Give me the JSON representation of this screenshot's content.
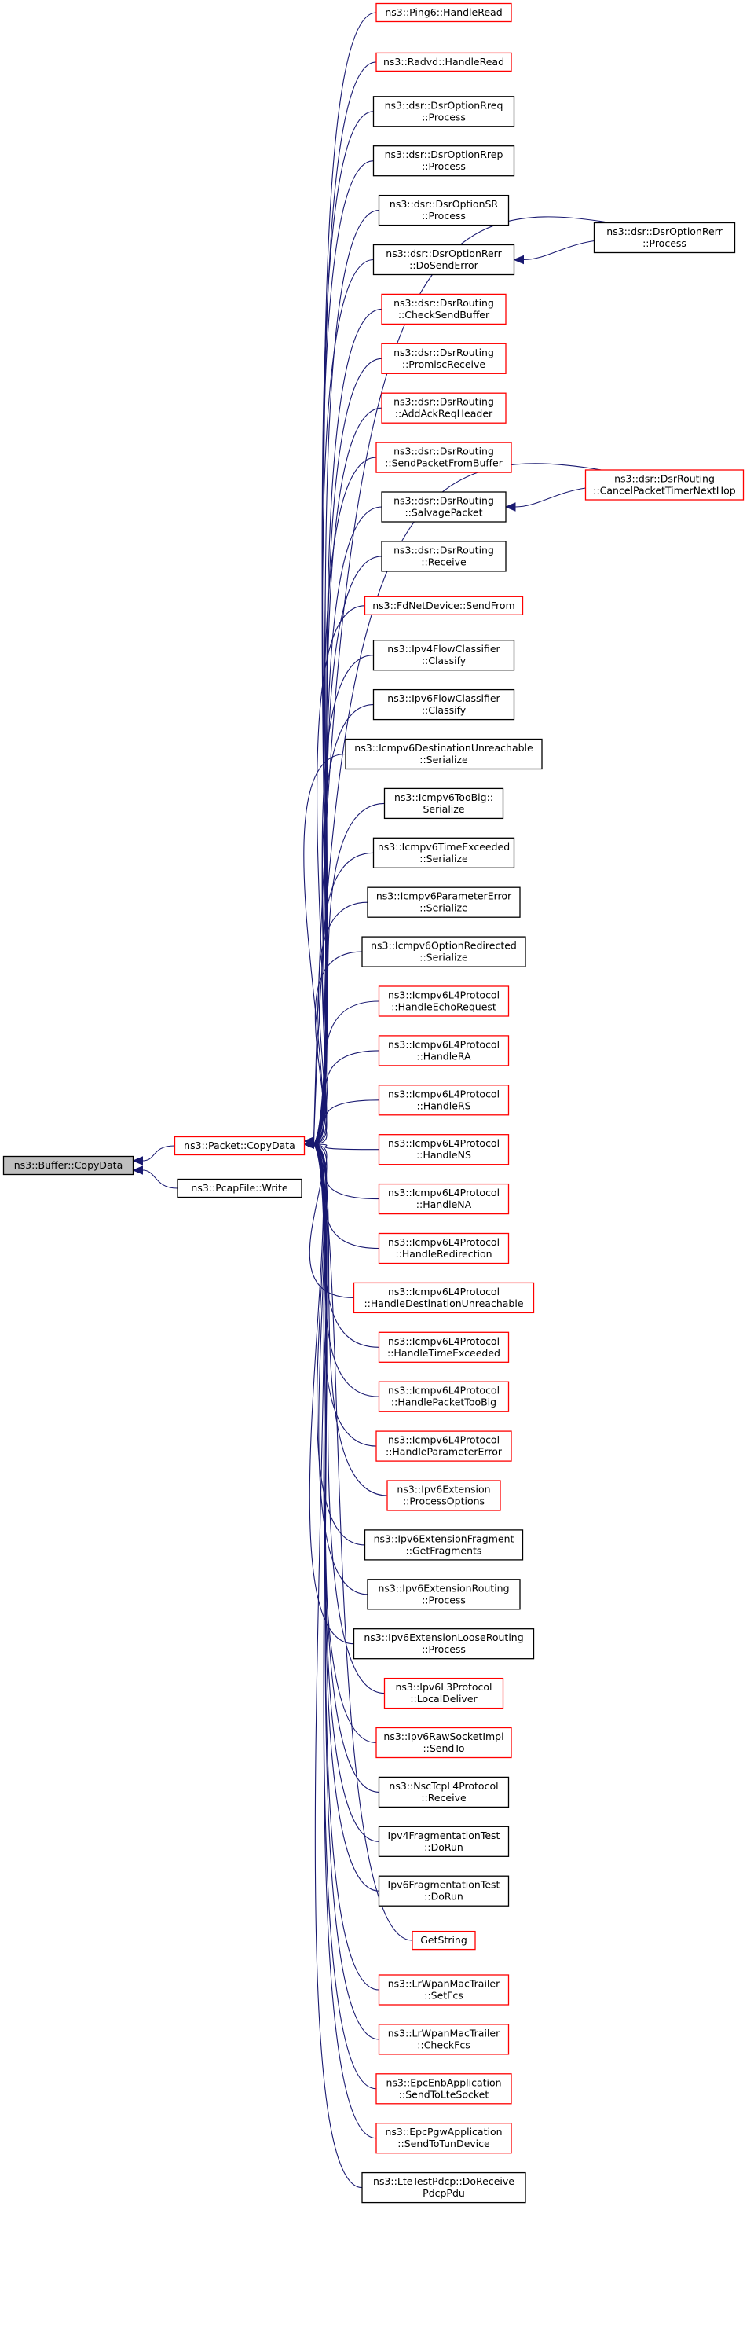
{
  "colors": {
    "edge": "#191970",
    "node_red_border": "#ff0000",
    "node_black_border": "#000000",
    "root_fill": "#bfbfbf"
  },
  "root": {
    "lines": [
      "ns3::Buffer::CopyData"
    ]
  },
  "mid_nodes": [
    {
      "lines": [
        "ns3::Packet::CopyData"
      ],
      "border": "red"
    },
    {
      "lines": [
        "ns3::PcapFile::Write"
      ],
      "border": "black"
    }
  ],
  "callers": [
    {
      "lines": [
        "ns3::Ping6::HandleRead"
      ],
      "border": "red"
    },
    {
      "lines": [
        "ns3::Radvd::HandleRead"
      ],
      "border": "red"
    },
    {
      "lines": [
        "ns3::dsr::DsrOptionRreq",
        "::Process"
      ],
      "border": "black"
    },
    {
      "lines": [
        "ns3::dsr::DsrOptionRrep",
        "::Process"
      ],
      "border": "black"
    },
    {
      "lines": [
        "ns3::dsr::DsrOptionSR",
        "::Process"
      ],
      "border": "black"
    },
    {
      "lines": [
        "ns3::dsr::DsrOptionRerr",
        "::DoSendError"
      ],
      "border": "black"
    },
    {
      "lines": [
        "ns3::dsr::DsrRouting",
        "::CheckSendBuffer"
      ],
      "border": "red"
    },
    {
      "lines": [
        "ns3::dsr::DsrRouting",
        "::PromiscReceive"
      ],
      "border": "red"
    },
    {
      "lines": [
        "ns3::dsr::DsrRouting",
        "::AddAckReqHeader"
      ],
      "border": "red"
    },
    {
      "lines": [
        "ns3::dsr::DsrRouting",
        "::SendPacketFromBuffer"
      ],
      "border": "red"
    },
    {
      "lines": [
        "ns3::dsr::DsrRouting",
        "::SalvagePacket"
      ],
      "border": "black"
    },
    {
      "lines": [
        "ns3::dsr::DsrRouting",
        "::Receive"
      ],
      "border": "black"
    },
    {
      "lines": [
        "ns3::FdNetDevice::SendFrom"
      ],
      "border": "red"
    },
    {
      "lines": [
        "ns3::Ipv4FlowClassifier",
        "::Classify"
      ],
      "border": "black"
    },
    {
      "lines": [
        "ns3::Ipv6FlowClassifier",
        "::Classify"
      ],
      "border": "black"
    },
    {
      "lines": [
        "ns3::Icmpv6DestinationUnreachable",
        "::Serialize"
      ],
      "border": "black"
    },
    {
      "lines": [
        "ns3::Icmpv6TooBig::",
        "Serialize"
      ],
      "border": "black"
    },
    {
      "lines": [
        "ns3::Icmpv6TimeExceeded",
        "::Serialize"
      ],
      "border": "black"
    },
    {
      "lines": [
        "ns3::Icmpv6ParameterError",
        "::Serialize"
      ],
      "border": "black"
    },
    {
      "lines": [
        "ns3::Icmpv6OptionRedirected",
        "::Serialize"
      ],
      "border": "black"
    },
    {
      "lines": [
        "ns3::Icmpv6L4Protocol",
        "::HandleEchoRequest"
      ],
      "border": "red"
    },
    {
      "lines": [
        "ns3::Icmpv6L4Protocol",
        "::HandleRA"
      ],
      "border": "red"
    },
    {
      "lines": [
        "ns3::Icmpv6L4Protocol",
        "::HandleRS"
      ],
      "border": "red"
    },
    {
      "lines": [
        "ns3::Icmpv6L4Protocol",
        "::HandleNS"
      ],
      "border": "red"
    },
    {
      "lines": [
        "ns3::Icmpv6L4Protocol",
        "::HandleNA"
      ],
      "border": "red"
    },
    {
      "lines": [
        "ns3::Icmpv6L4Protocol",
        "::HandleRedirection"
      ],
      "border": "red"
    },
    {
      "lines": [
        "ns3::Icmpv6L4Protocol",
        "::HandleDestinationUnreachable"
      ],
      "border": "red"
    },
    {
      "lines": [
        "ns3::Icmpv6L4Protocol",
        "::HandleTimeExceeded"
      ],
      "border": "red"
    },
    {
      "lines": [
        "ns3::Icmpv6L4Protocol",
        "::HandlePacketTooBig"
      ],
      "border": "red"
    },
    {
      "lines": [
        "ns3::Icmpv6L4Protocol",
        "::HandleParameterError"
      ],
      "border": "red"
    },
    {
      "lines": [
        "ns3::Ipv6Extension",
        "::ProcessOptions"
      ],
      "border": "red"
    },
    {
      "lines": [
        "ns3::Ipv6ExtensionFragment",
        "::GetFragments"
      ],
      "border": "black"
    },
    {
      "lines": [
        "ns3::Ipv6ExtensionRouting",
        "::Process"
      ],
      "border": "black"
    },
    {
      "lines": [
        "ns3::Ipv6ExtensionLooseRouting",
        "::Process"
      ],
      "border": "black"
    },
    {
      "lines": [
        "ns3::Ipv6L3Protocol",
        "::LocalDeliver"
      ],
      "border": "red"
    },
    {
      "lines": [
        "ns3::Ipv6RawSocketImpl",
        "::SendTo"
      ],
      "border": "red"
    },
    {
      "lines": [
        "ns3::NscTcpL4Protocol",
        "::Receive"
      ],
      "border": "black"
    },
    {
      "lines": [
        "Ipv4FragmentationTest",
        "::DoRun"
      ],
      "border": "black"
    },
    {
      "lines": [
        "Ipv6FragmentationTest",
        "::DoRun"
      ],
      "border": "black"
    },
    {
      "lines": [
        "GetString"
      ],
      "border": "red"
    },
    {
      "lines": [
        "ns3::LrWpanMacTrailer",
        "::SetFcs"
      ],
      "border": "red"
    },
    {
      "lines": [
        "ns3::LrWpanMacTrailer",
        "::CheckFcs"
      ],
      "border": "red"
    },
    {
      "lines": [
        "ns3::EpcEnbApplication",
        "::SendToLteSocket"
      ],
      "border": "red"
    },
    {
      "lines": [
        "ns3::EpcPgwApplication",
        "::SendToTunDevice"
      ],
      "border": "red"
    },
    {
      "lines": [
        "ns3::LteTestPdcp::DoReceive",
        "PdcpPdu"
      ],
      "border": "black"
    }
  ],
  "far_callers": [
    {
      "lines": [
        "ns3::dsr::DsrOptionRerr",
        "::Process"
      ],
      "border": "black",
      "target_index": 5
    },
    {
      "lines": [
        "ns3::dsr::DsrRouting",
        "::CancelPacketTimerNextHop"
      ],
      "border": "red",
      "target_index": 10
    }
  ]
}
